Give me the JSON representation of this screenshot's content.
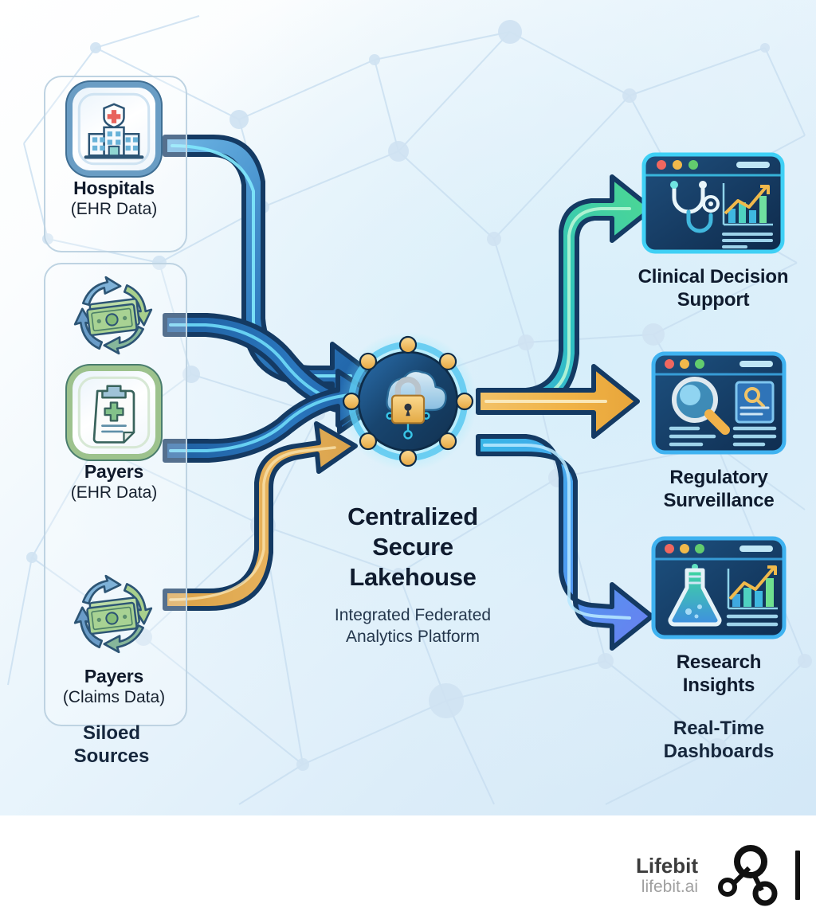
{
  "diagram": {
    "background_color": "#e3f0fa",
    "footer_color": "#ffffff"
  },
  "sources": {
    "group_label": "Siloed\nSources",
    "group_label_line1": "Siloed",
    "group_label_line2": "Sources",
    "items": [
      {
        "icon": "hospital-icon",
        "title": "Hospitals",
        "subtitle": "(EHR Data)"
      },
      {
        "icon": "payment-cycle-icon",
        "title": "Payers",
        "subtitle": "(EHR Data)",
        "secondary_icon": "medical-clipboard-icon"
      },
      {
        "icon": "payment-cycle-icon",
        "title": "Payers",
        "subtitle": "(Claims Data)"
      }
    ]
  },
  "hub": {
    "icon": "secure-cloud-lock-icon",
    "title_line1": "Centralized",
    "title_line2": "Secure",
    "title_line3": "Lakehouse",
    "subtitle_line1": "Integrated Federated",
    "subtitle_line2": "Analytics Platform",
    "node_color": "#f0b24a",
    "disc_color": "#1b4a7e"
  },
  "outputs": {
    "items": [
      {
        "icon": "stethoscope-dashboard-icon",
        "title_line1": "Clinical Decision",
        "title_line2": "Support",
        "arrow_color": "#46d6a0"
      },
      {
        "icon": "magnifier-document-icon",
        "title_line1": "Regulatory",
        "title_line2": "Surveillance",
        "arrow_color": "#f0b24a"
      },
      {
        "icon": "flask-chart-icon",
        "title_line1": "Research",
        "title_line2": "Insights",
        "arrow_color": "#4e8ff5"
      }
    ],
    "extra_line1": "Real-Time",
    "extra_line2": "Dashboards"
  },
  "brand": {
    "name": "Lifebit",
    "url": "lifebit.ai",
    "logo": "lifebit-node-graph-logo"
  }
}
